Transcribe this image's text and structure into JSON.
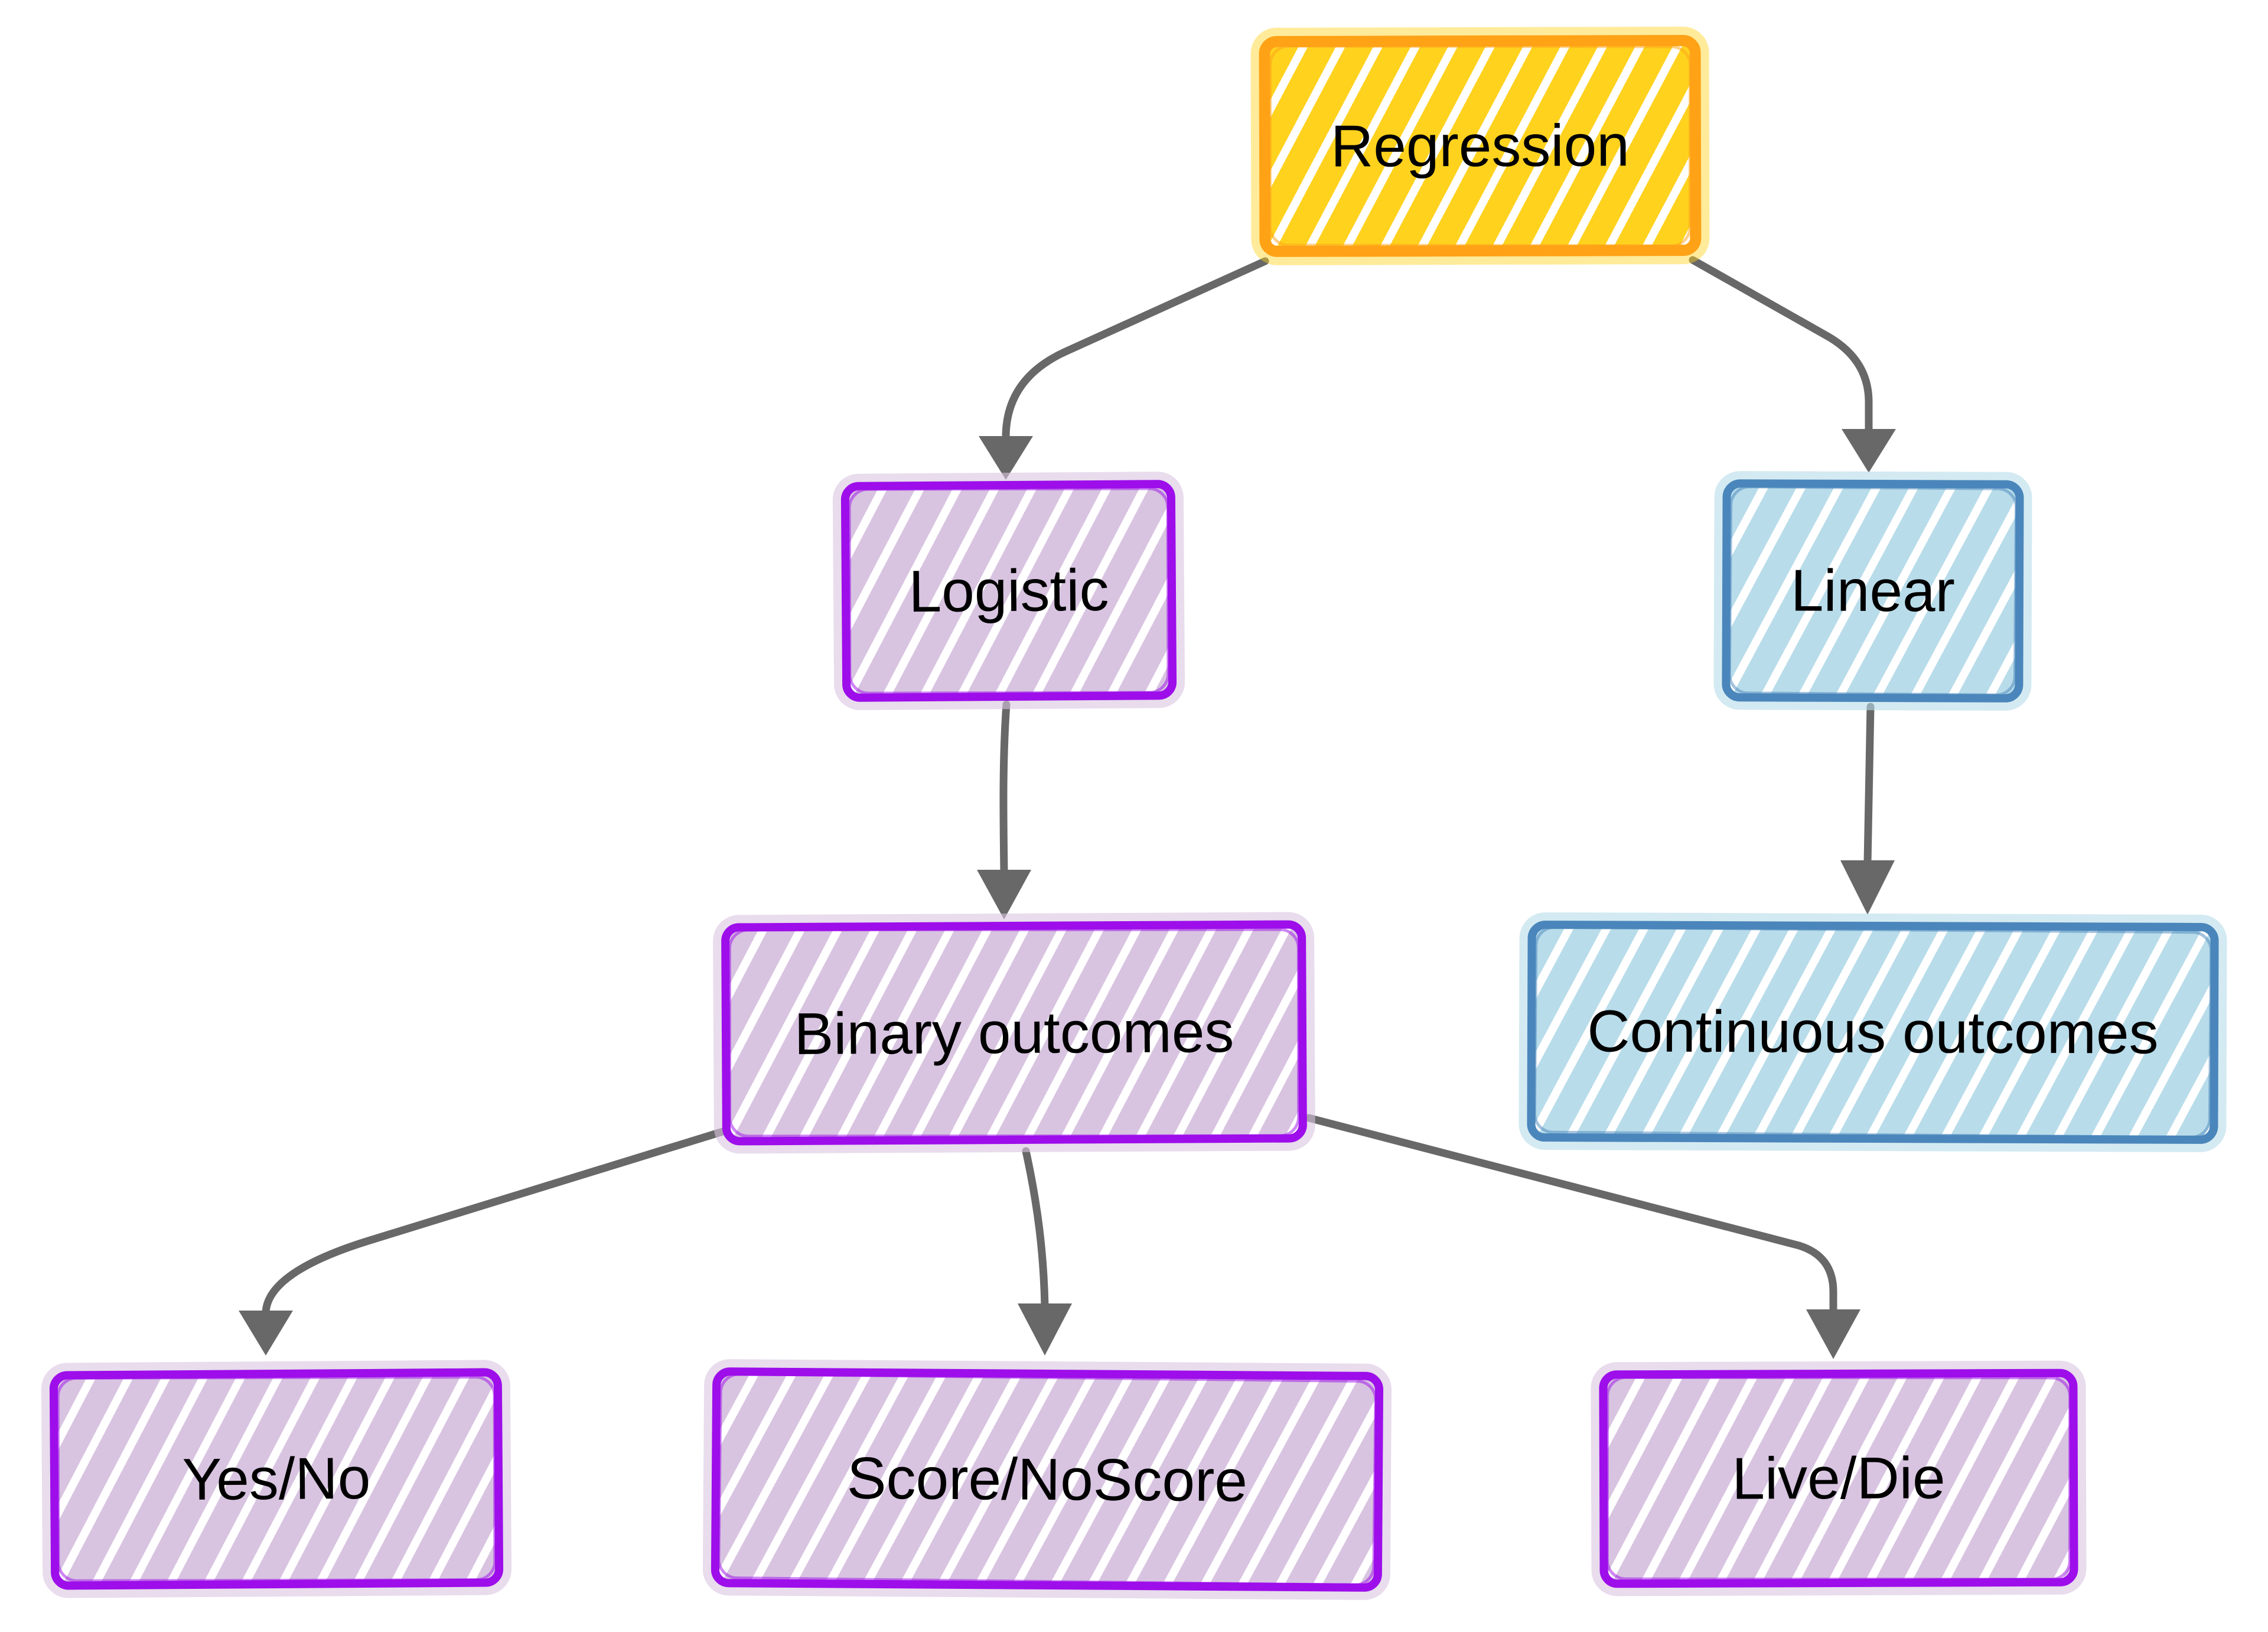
{
  "diagram": {
    "type": "flowchart",
    "topic": "Regression types and outcomes",
    "background": "#ffffff",
    "nodes": [
      {
        "id": "regression",
        "label": "Regression",
        "theme": "yellow"
      },
      {
        "id": "logistic",
        "label": "Logistic",
        "theme": "purple"
      },
      {
        "id": "linear",
        "label": "Linear",
        "theme": "blue"
      },
      {
        "id": "binary-outcomes",
        "label": "Binary outcomes",
        "theme": "purple"
      },
      {
        "id": "continuous-outcomes",
        "label": "Continuous outcomes",
        "theme": "blue"
      },
      {
        "id": "yes-no",
        "label": "Yes/No",
        "theme": "purple"
      },
      {
        "id": "score-noscore",
        "label": "Score/NoScore",
        "theme": "purple"
      },
      {
        "id": "live-die",
        "label": "Live/Die",
        "theme": "purple"
      }
    ],
    "edges": [
      {
        "from": "Regression",
        "to": "Logistic"
      },
      {
        "from": "Regression",
        "to": "Linear"
      },
      {
        "from": "Logistic",
        "to": "Binary outcomes"
      },
      {
        "from": "Linear",
        "to": "Continuous outcomes"
      },
      {
        "from": "Binary outcomes",
        "to": "Yes/No"
      },
      {
        "from": "Binary outcomes",
        "to": "Score/NoScore"
      },
      {
        "from": "Binary outcomes",
        "to": "Live/Die"
      }
    ],
    "colors": {
      "canvas": "#ffffff",
      "text": "#000000",
      "arrow": "#686868",
      "yellow_fill": "#ffd21e",
      "yellow_stroke": "#ffa216",
      "purple_fill": "#d8c4e1",
      "purple_stroke": "#9d0eea",
      "blue_fill": "#b8dcea",
      "blue_stroke": "#4a86bb"
    }
  }
}
